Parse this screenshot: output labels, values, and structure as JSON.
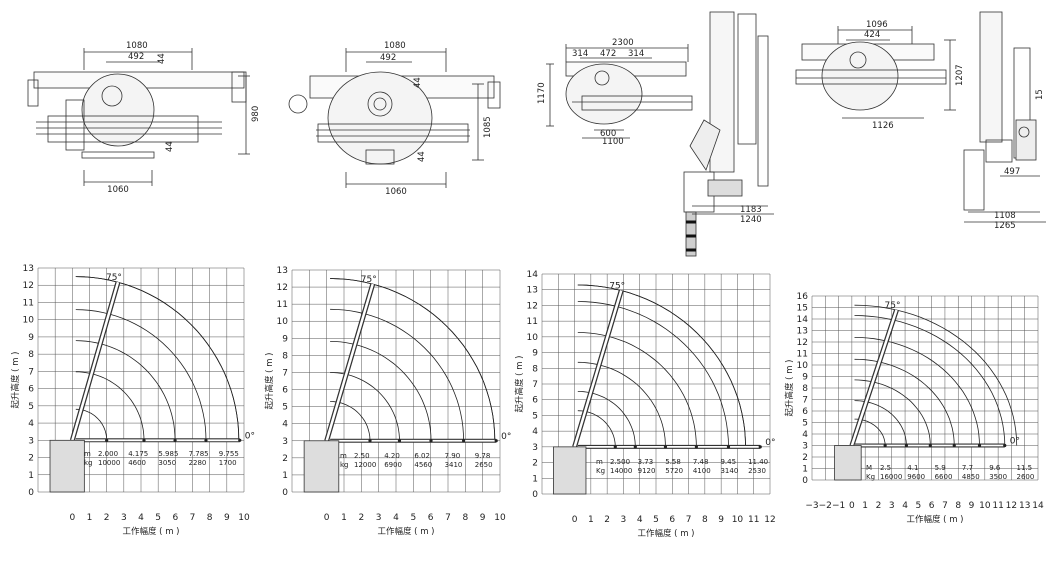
{
  "drawings": [
    {
      "dims": {
        "top_outer": "1080",
        "top_inner": "492",
        "top_small": "44",
        "right": "980",
        "mid_small": "44",
        "bottom": "1060"
      }
    },
    {
      "dims": {
        "top_outer": "1080",
        "top_inner": "492",
        "top_small": "44",
        "right": "1085",
        "mid_small": "44",
        "bottom": "1060"
      }
    },
    {
      "dims": {
        "top_outer": "2300",
        "seg_a": "314",
        "seg_b": "472",
        "seg_c": "314",
        "left": "1170",
        "bottom_a": "600",
        "bottom_b": "1100",
        "side_a": "1183",
        "side_b": "1240"
      }
    },
    {
      "dims": {
        "top_outer": "1096",
        "top_inner": "424",
        "right": "1207",
        "bottom": "1126",
        "side_small": "15",
        "side_mid": "497",
        "side_a": "1108",
        "side_b": "1265"
      }
    }
  ],
  "chart_data": [
    {
      "type": "line",
      "xlabel": "工作幅度 ( m )",
      "ylabel": "起升高度 ( m )",
      "xlim": [
        -2,
        10
      ],
      "ylim": [
        0,
        13
      ],
      "x_ticks": [
        "0",
        "1",
        "2",
        "3",
        "4",
        "5",
        "6",
        "7",
        "8",
        "9",
        "10"
      ],
      "y_ticks": [
        "0",
        "1",
        "2",
        "3",
        "4",
        "5",
        "6",
        "7",
        "8",
        "9",
        "10",
        "11",
        "12",
        "13"
      ],
      "boom_angle_label": "75°",
      "horizontal_label": "0°",
      "radius_unit": "m",
      "load_unit": "kg",
      "radius": [
        "2.000",
        "4.175",
        "5.985",
        "7.785",
        "9.755"
      ],
      "load": [
        "10000",
        "4600",
        "3050",
        "2280",
        "1700"
      ],
      "max_height": 12.5
    },
    {
      "type": "line",
      "xlabel": "工作幅度 ( m )",
      "ylabel": "起升高度 ( m )",
      "xlim": [
        -2,
        10
      ],
      "ylim": [
        0,
        13
      ],
      "x_ticks": [
        "0",
        "1",
        "2",
        "3",
        "4",
        "5",
        "6",
        "7",
        "8",
        "9",
        "10"
      ],
      "y_ticks": [
        "0",
        "1",
        "2",
        "3",
        "4",
        "5",
        "6",
        "7",
        "8",
        "9",
        "10",
        "11",
        "12",
        "13"
      ],
      "boom_angle_label": "75°",
      "horizontal_label": "0°",
      "radius_unit": "m",
      "load_unit": "kg",
      "radius": [
        "2.50",
        "4.20",
        "6.02",
        "7.90",
        "9.78"
      ],
      "load": [
        "12000",
        "6900",
        "4560",
        "3410",
        "2650"
      ],
      "max_height": 12.5
    },
    {
      "type": "line",
      "xlabel": "工作幅度 ( m )",
      "ylabel": "起升高度 ( m )",
      "xlim": [
        -2,
        12
      ],
      "ylim": [
        0,
        14
      ],
      "x_ticks": [
        "0",
        "1",
        "2",
        "3",
        "4",
        "5",
        "6",
        "7",
        "8",
        "9",
        "10",
        "11",
        "12"
      ],
      "y_ticks": [
        "0",
        "1",
        "2",
        "3",
        "4",
        "5",
        "6",
        "7",
        "8",
        "9",
        "10",
        "11",
        "12",
        "13",
        "14"
      ],
      "boom_angle_label": "75°",
      "horizontal_label": "0°",
      "radius_unit": "m",
      "load_unit": "Kg",
      "radius": [
        "2.500",
        "3.73",
        "5.58",
        "7.48",
        "9.45",
        "11.40"
      ],
      "load": [
        "14000",
        "9120",
        "5720",
        "4100",
        "3140",
        "2530"
      ],
      "max_height": 13.3
    },
    {
      "type": "line",
      "xlabel": "工作幅度 ( m )",
      "ylabel": "起升高度 ( m )",
      "xlim": [
        -3,
        14
      ],
      "ylim": [
        0,
        16
      ],
      "x_ticks": [
        "−3",
        "−2",
        "−1",
        "0",
        "1",
        "2",
        "3",
        "4",
        "5",
        "6",
        "7",
        "8",
        "9",
        "10",
        "11",
        "12",
        "13",
        "14"
      ],
      "y_ticks": [
        "0",
        "1",
        "2",
        "3",
        "4",
        "5",
        "6",
        "7",
        "8",
        "9",
        "10",
        "11",
        "12",
        "13",
        "14",
        "15",
        "16"
      ],
      "boom_angle_label": "75°",
      "horizontal_label": "0°",
      "radius_unit": "M",
      "load_unit": "Kg",
      "radius": [
        "2.5",
        "4.1",
        "5.9",
        "7.7",
        "9.6",
        "11.5"
      ],
      "load": [
        "16000",
        "9600",
        "6600",
        "4850",
        "3500",
        "2600"
      ],
      "max_height": 15.2
    }
  ]
}
